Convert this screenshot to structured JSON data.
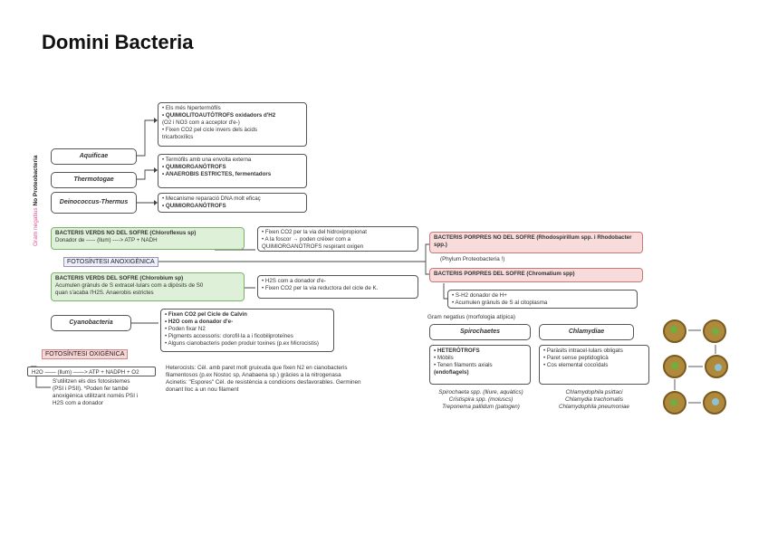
{
  "title": "Domini Bacteria",
  "side_label": {
    "gram": "Gram negatius",
    "no": "No Proteobacteria"
  },
  "groups": {
    "aquificae": "Aquificae",
    "thermotogae": "Thermotogae",
    "deinococcus": "Deinococcus-Thermus",
    "cyanobacteria": "Cyanobacteria",
    "spirochaetes": "Spirochaetes",
    "chlamydiae": "Chlamydiae"
  },
  "aquificae_box": [
    "• Els més hipertermòfils",
    "• QUIMIOLITOAUTÒTROFS oxidadors d'H2",
    "  (O2 i NO3 com a acceptor d'e-)",
    "• Fixen CO2 pel cicle invers dels àcids",
    "  tricarboxílics"
  ],
  "thermotogae_box": [
    "• Termòfils amb una envolta externa",
    "• QUIMIORGANÒTROFS",
    "• ANAEROBIS ESTRICTES, fermentadors"
  ],
  "deinococcus_box": [
    "• Mecanisme reparació DNA molt eficaç",
    "• QUIMIORGANÒTROFS"
  ],
  "verds_no_sofre": {
    "title": "BACTERIS VERDS NO DEL SOFRE (Chloroflexus sp)",
    "line": "Donador de ----- (llum) ----> ATP + NADH"
  },
  "verds_no_sofre_desc": [
    "• Fixen CO2 per la via del hidroxipropionat",
    "• A la foscor → poden créixer com a",
    "  QUIMIORGANÒTROFS respirant oxigen"
  ],
  "anoxigenica_tag": "FOTOSÍNTESI ANOXIGÈNICA",
  "verds_sofre": {
    "title": "BACTERIS VERDS DEL SOFRE (Chlorobium sp)",
    "line1": "Acumulen grànuls de S extracel·lulars com a dipòsits de S0",
    "line2": "quan s'acaba l'H2S. Anaerobis estrictes"
  },
  "verds_sofre_desc": [
    "• H2S com a donador d'e-",
    "• Fixen CO2 per la via reductora del cicle de K."
  ],
  "porpres_no_sofre": "BACTERIS PORPRES NO DEL SOFRE (Rhodospirillum spp. i Rhodobacter spp.)",
  "phylum_note": "(Phylum Proteobacteria !)",
  "porpres_sofre": "BACTERIS PORPRES DEL SOFRE (Chromatium spp)",
  "porpres_sofre_desc": [
    "• S-H2 donador de H+",
    "• Acumulen grànuls de S al citoplasma"
  ],
  "cyano_box": [
    "• Fixen CO2 pel Cicle de Calvin",
    "• H2O com a donador d'e-",
    "• Poden fixar N2",
    "• Pigments accessoris: clorofil·la a i ficobiliproteïnes",
    "• Alguns cianobacteris poden produir toxines (p.ex Microcistis)"
  ],
  "oxigenica_tag": "FOTOSÍNTESI OXIGÈNICA",
  "oxigenica_eq": "H2O —— (llum) ——> ATP + NADPH + O2",
  "oxigenica_notes": [
    "S'utilitzen els dos fotosistemes",
    "(PSI i PSII). *Poden fer també",
    "anoxigènica utilitzant només PSI i",
    "H2S com a donador"
  ],
  "heterocist_notes": [
    "Heterocists: Cèl. amb paret molt gruixuda que fixen N2 en cianobacteris",
    "filamentosos (p.ex Nostoc sp, Anabaena sp.) gràcies a la nitrogenasa",
    "Acinetis: \"Espores\" Cèl. de resistència a condicions desfavorables. Germinen",
    "donant lloc a un nou filament"
  ],
  "gram_negatius_label": "Gram negatius (morfologia atípica)",
  "spiro_box": [
    "• HETERÒTROFS",
    "• Mòbils",
    "• Tenen filaments axials",
    "  (endoflagels)"
  ],
  "spiro_examples": [
    "Spirochaeta spp. (lliure, aquàtics)",
    "Cristispira spp. (moluscs)",
    "Treponema pallidum (patogen)"
  ],
  "chlamy_box": [
    "• Paràsits intracel·lulars obligats",
    "• Paret sense peptidoglicà",
    "• Cos elemental cocoïdals"
  ],
  "chlamy_examples": [
    "Chlamydophila psittaci",
    "Chlamydia trachomatis",
    "Chlamydophila pneumoniae"
  ],
  "colors": {
    "pink_label": "#e0509a",
    "green_box": "#dff0d8",
    "pink_box": "#f8dcdc"
  }
}
